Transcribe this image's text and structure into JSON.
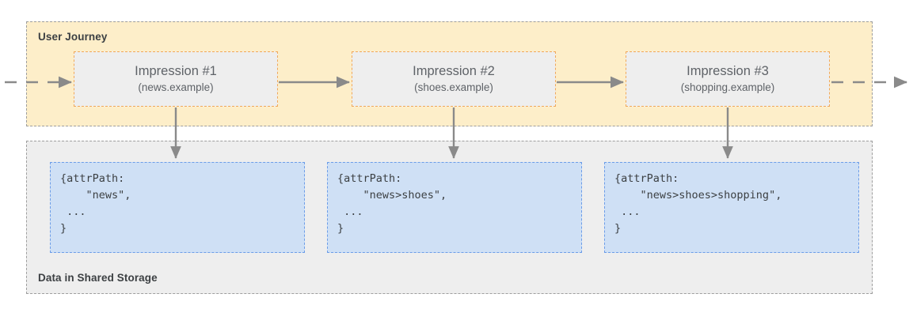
{
  "diagram": {
    "title_regions": {
      "journey": {
        "label": "User Journey",
        "fill_color": "#fdeec9",
        "border_color": "#9e9e9e"
      },
      "storage": {
        "label": "Data in Shared Storage",
        "fill_color": "#eeeeee",
        "border_color": "#9e9e9e"
      }
    },
    "impressions": [
      {
        "title": "Impression #1",
        "origin": "(news.example)",
        "fill_color": "#eeeeee",
        "border_color": "#f0a85a"
      },
      {
        "title": "Impression #2",
        "origin": "(shoes.example)",
        "fill_color": "#eeeeee",
        "border_color": "#f0a85a"
      },
      {
        "title": "Impression #3",
        "origin": "(shopping.example)",
        "fill_color": "#eeeeee",
        "border_color": "#f0a85a"
      }
    ],
    "data_entries": [
      {
        "code": "{attrPath:\n    \"news\",\n ...\n}",
        "attr_path_value": "news",
        "fill_color": "#cfe0f5",
        "border_color": "#6b9ce8"
      },
      {
        "code": "{attrPath:\n    \"news>shoes\",\n ...\n}",
        "attr_path_value": "news>shoes",
        "fill_color": "#cfe0f5",
        "border_color": "#6b9ce8"
      },
      {
        "code": "{attrPath:\n    \"news>shoes>shopping\",\n ...\n}",
        "attr_path_value": "news>shoes>shopping",
        "fill_color": "#cfe0f5",
        "border_color": "#6b9ce8"
      }
    ],
    "connectors": {
      "arrow_color": "#8a8a8a",
      "entry_arrow_style": "dashed",
      "between_arrow_style": "solid",
      "exit_arrow_style": "dashed",
      "write_arrow_style": "solid"
    }
  }
}
